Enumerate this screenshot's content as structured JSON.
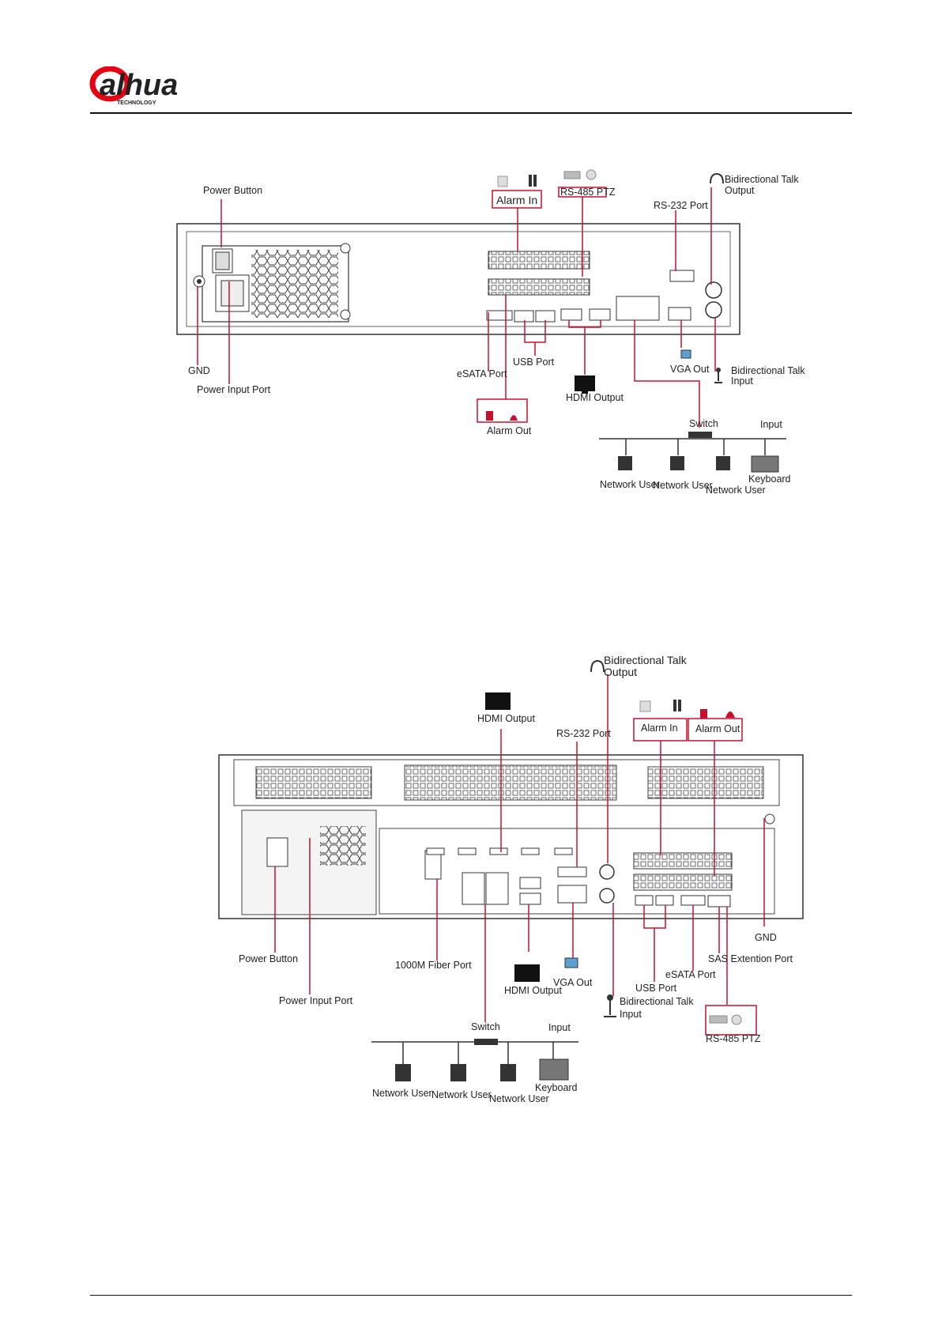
{
  "header": {
    "brand": "alhua",
    "brand_sub": "TECHNOLOGY"
  },
  "colors": {
    "brand_red": "#e60012",
    "callout_red": "#c8102e",
    "device_gray": "#555555"
  },
  "diagram1": {
    "power_button": "Power Button",
    "gnd": "GND",
    "power_input_port": "Power Input Port",
    "alarm_in": "Alarm In",
    "rs485_ptz": "RS-485 PTZ",
    "rs232_port": "RS-232 Port",
    "bidirectional_talk_output_1": "Bidirectional Talk",
    "bidirectional_talk_output_2": "Output",
    "esata_port": "eSATA Port",
    "usb_port": "USB Port",
    "hdmi_output": "HDMI Output",
    "vga_out": "VGA Out",
    "bidirectional_talk_input_1": "Bidirectional Talk",
    "bidirectional_talk_input_2": "Input",
    "alarm_out": "Alarm Out",
    "switch": "Switch",
    "input": "Input",
    "network_user_1": "Network User",
    "network_user_2": "Network User",
    "network_user_3": "Network User",
    "keyboard": "Keyboard"
  },
  "diagram2": {
    "bidirectional_talk_output_1": "Bidirectional Talk",
    "bidirectional_talk_output_2": "Output",
    "hdmi_output_top": "HDMI Output",
    "rs232_port": "RS-232 Port",
    "alarm_in": "Alarm In",
    "alarm_out": "Alarm Out",
    "gnd": "GND",
    "power_button": "Power Button",
    "fiber_port": "1000M Fiber Port",
    "power_input_port": "Power Input Port",
    "hdmi_output_bottom": "HDMI Output",
    "vga_out": "VGA Out",
    "esata_port": "eSATA Port",
    "sas_extension_port": "SAS Extention Port",
    "usb_port": "USB Port",
    "bidirectional_talk_input_1": "Bidirectional Talk",
    "bidirectional_talk_input_2": "Input",
    "rs485_ptz": "RS-485 PTZ",
    "switch": "Switch",
    "input": "Input",
    "network_user_1": "Network User",
    "network_user_2": "Network User",
    "network_user_3": "Network User",
    "keyboard": "Keyboard"
  }
}
